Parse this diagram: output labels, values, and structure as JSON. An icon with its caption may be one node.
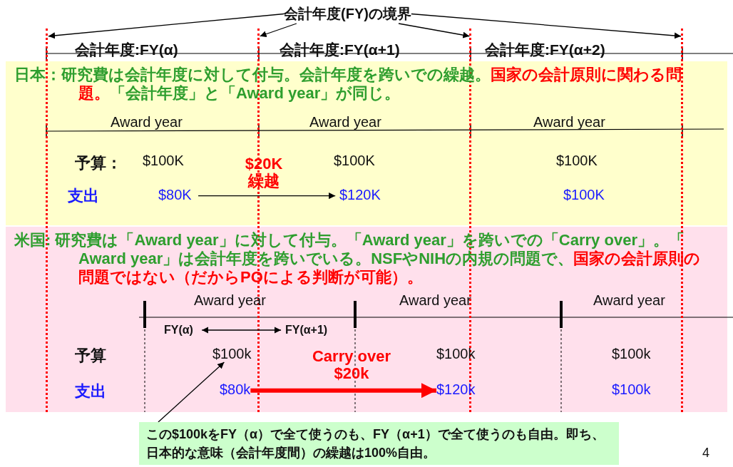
{
  "diagram": {
    "nodes": [
      {
        "text": [
          "会計年度(FY)の境界"
        ]
      },
      {
        "text": [],
        "shape": "line"
      },
      {
        "text": [],
        "shape": "line"
      },
      {
        "text": [],
        "shape": "line"
      },
      {
        "text": [],
        "shape": "line"
      },
      {
        "text": [
          "日本：研究費は会計年度に対して付与。会計年度を跨いでの繰越。",
          "国家の会計原則に関わる問題。",
          "「会計年度」と「Award year」が同じ。"
        ]
      },
      {
        "text": [
          "$80K"
        ],
        "in": 5
      },
      {
        "text": [
          "$120K"
        ],
        "in": 5
      },
      {
        "text": [
          "米国: 研究費は「Award year」に対して付与。「Award year」を跨いでの「Carry over」。「 Award year」は会計年度を跨いでいる。NSFやNIHの内規の問題で、",
          "国家の会計原則の問題ではない（だからPOによる判断が可能）。"
        ]
      },
      {
        "text": [
          "FY(α)"
        ],
        "in": 8
      },
      {
        "text": [
          "FY(α+1)"
        ],
        "in": 8
      },
      {
        "text": [
          "$100k"
        ],
        "in": 8
      },
      {
        "text": [
          "$80k"
        ],
        "in": 8
      },
      {
        "text": [
          "$120k"
        ],
        "in": 8
      },
      {
        "text": [
          "この$100kをFY（α）で全て使うのも、FY（α+1）で全て使うのも自由。即ち、日本的な意味（会計年度間）の繰越は100%自由。"
        ]
      }
    ],
    "edges": [
      {
        "from": 0,
        "to": 1,
        "arrow": "to"
      },
      {
        "from": 0,
        "to": 2,
        "arrow": "to"
      },
      {
        "from": 0,
        "to": 3,
        "arrow": "to"
      },
      {
        "from": 0,
        "to": 4,
        "arrow": "to"
      },
      {
        "from": 6,
        "to": 7,
        "arrow": "to",
        "label": "$20K 繰越"
      },
      {
        "from": 9,
        "to": 10,
        "arrow": "both"
      },
      {
        "from": 12,
        "to": 13,
        "arrow": "to",
        "label": "Carry over $20k",
        "style": "thick",
        "color": "#ff0000"
      },
      {
        "from": 14,
        "to": 11,
        "arrow": "to"
      }
    ],
    "labels": [
      "会計年度:FY(α)",
      "会計年度:FY(α+1)",
      "会計年度:FY(α+2)",
      "Award year",
      "Award year",
      "Award year",
      "予算：",
      "$100K",
      "$100K",
      "$100K",
      "支出",
      "$100K",
      "Award year",
      "Award year",
      "Award year",
      "予算",
      "$100k",
      "$100k",
      "支出",
      "$100k",
      "4"
    ]
  }
}
